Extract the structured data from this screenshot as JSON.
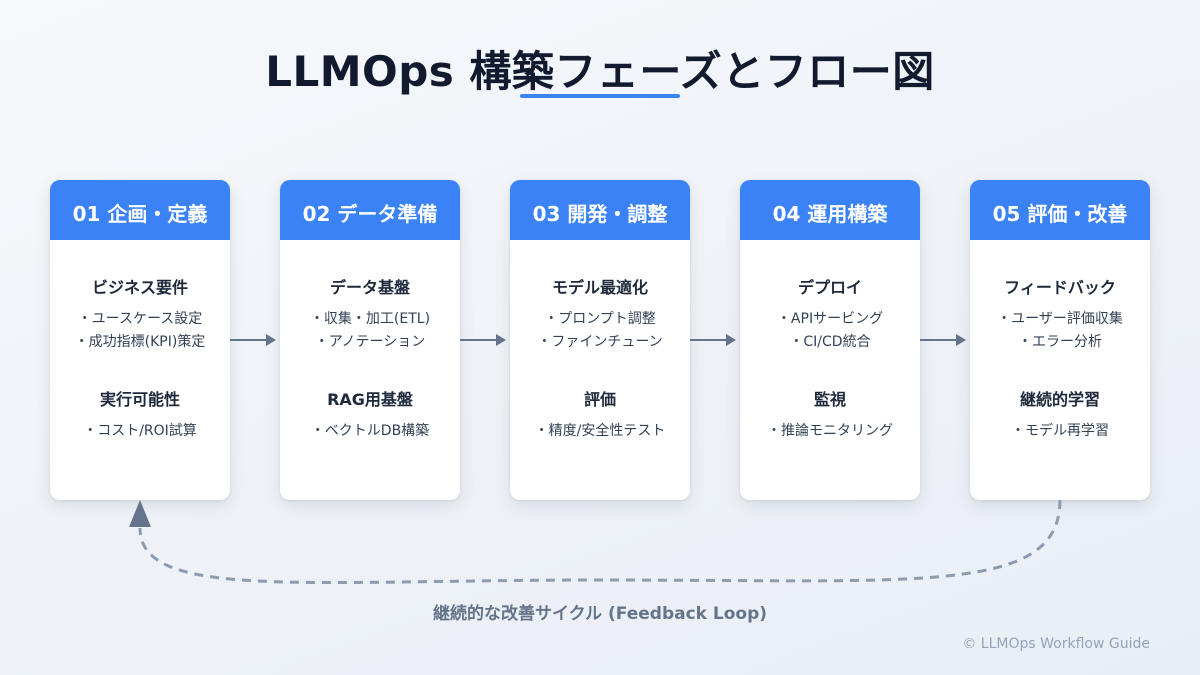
{
  "title": "LLMOps 構築フェーズとフロー図",
  "phases": [
    {
      "header": "01 企画・定義",
      "sections": [
        {
          "heading": "ビジネス要件",
          "items": [
            "・ユースケース設定",
            "・成功指標(KPI)策定"
          ]
        },
        {
          "heading": "実行可能性",
          "items": [
            "・コスト/ROI試算"
          ]
        }
      ]
    },
    {
      "header": "02 データ準備",
      "sections": [
        {
          "heading": "データ基盤",
          "items": [
            "・収集・加工(ETL)",
            "・アノテーション"
          ]
        },
        {
          "heading": "RAG用基盤",
          "items": [
            "・ベクトルDB構築"
          ]
        }
      ]
    },
    {
      "header": "03 開発・調整",
      "sections": [
        {
          "heading": "モデル最適化",
          "items": [
            "・プロンプト調整",
            "・ファインチューン"
          ]
        },
        {
          "heading": "評価",
          "items": [
            "・精度/安全性テスト"
          ]
        }
      ]
    },
    {
      "header": "04 運用構築",
      "sections": [
        {
          "heading": "デプロイ",
          "items": [
            "・APIサービング",
            "・CI/CD統合"
          ]
        },
        {
          "heading": "監視",
          "items": [
            "・推論モニタリング"
          ]
        }
      ]
    },
    {
      "header": "05 評価・改善",
      "sections": [
        {
          "heading": "フィードバック",
          "items": [
            "・ユーザー評価収集",
            "・エラー分析"
          ]
        },
        {
          "heading": "継続的学習",
          "items": [
            "・モデル再学習"
          ]
        }
      ]
    }
  ],
  "feedback_loop_label": "継続的な改善サイクル (Feedback Loop)",
  "credit": "© LLMOps Workflow Guide",
  "colors": {
    "accent": "#3b82f6",
    "arrow": "#64748b",
    "loop": "#8a9bb2"
  }
}
